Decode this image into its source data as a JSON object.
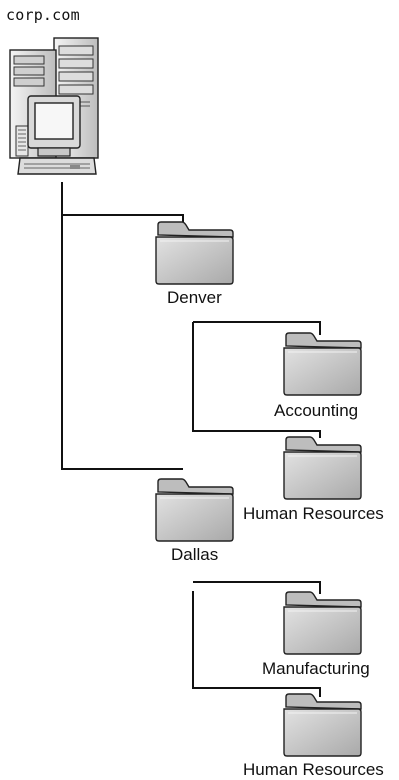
{
  "domain": "corp.com",
  "ous": [
    {
      "name": "Denver",
      "children": [
        "Accounting",
        "Human Resources"
      ]
    },
    {
      "name": "Dallas",
      "children": [
        "Manufacturing",
        "Human Resources"
      ]
    }
  ]
}
